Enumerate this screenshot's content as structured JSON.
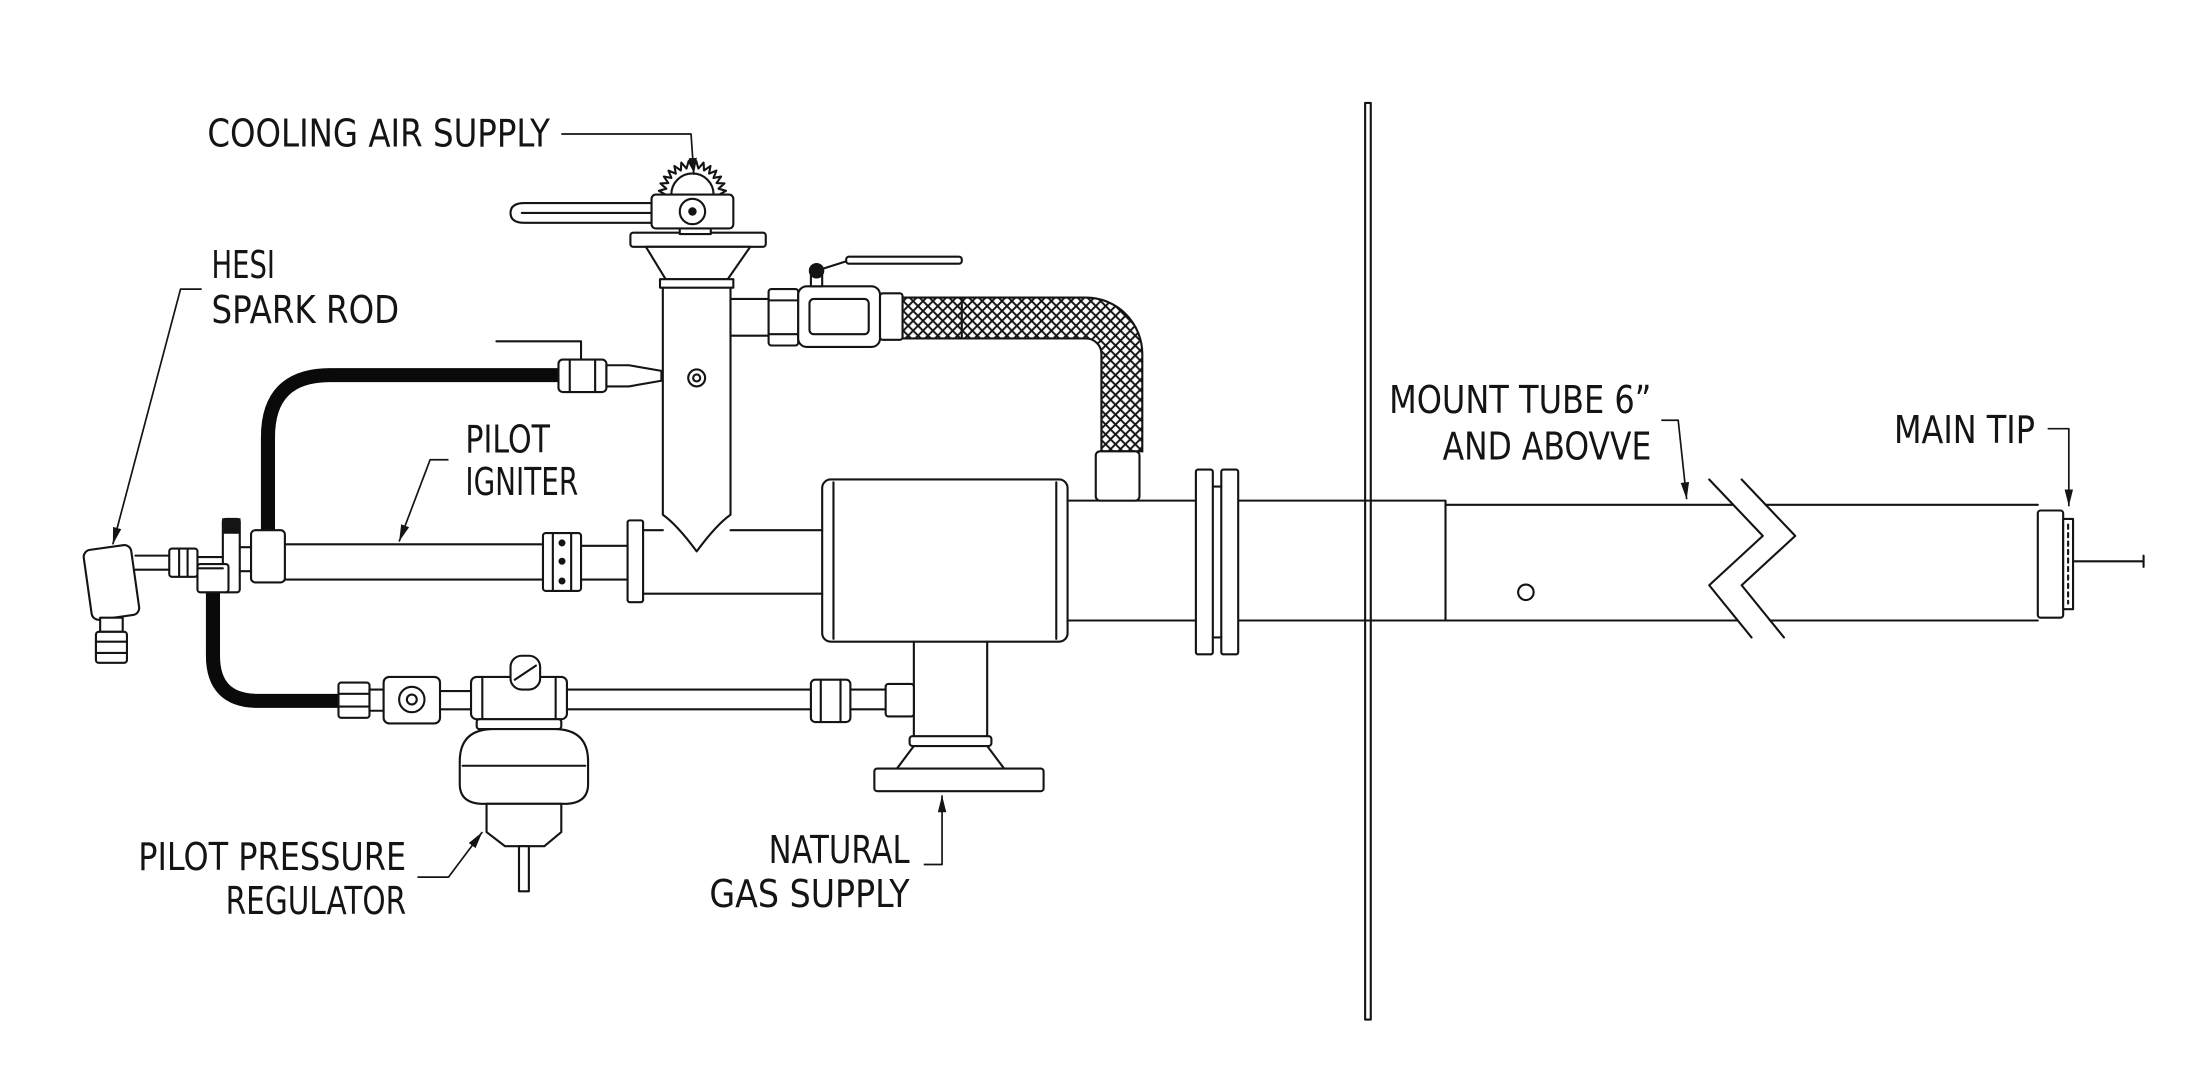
{
  "colors": {
    "ink": "#141414",
    "paper": "#ffffff",
    "hose": "#0a0a0a"
  },
  "labels": {
    "cooling_air_supply": "COOLING AIR SUPPLY",
    "hesi_spark_rod": [
      "HESI",
      "SPARK ROD"
    ],
    "pilot_igniter": [
      "PILOT",
      "IGNITER"
    ],
    "mount_tube": [
      "MOUNT TUBE 6”",
      "AND ABOVVE"
    ],
    "main_tip": "MAIN TIP",
    "pilot_pressure_regulator": [
      "PILOT PRESSURE",
      "REGULATOR"
    ],
    "natural_gas_supply": [
      "NATURAL",
      "GAS SUPPLY"
    ]
  }
}
